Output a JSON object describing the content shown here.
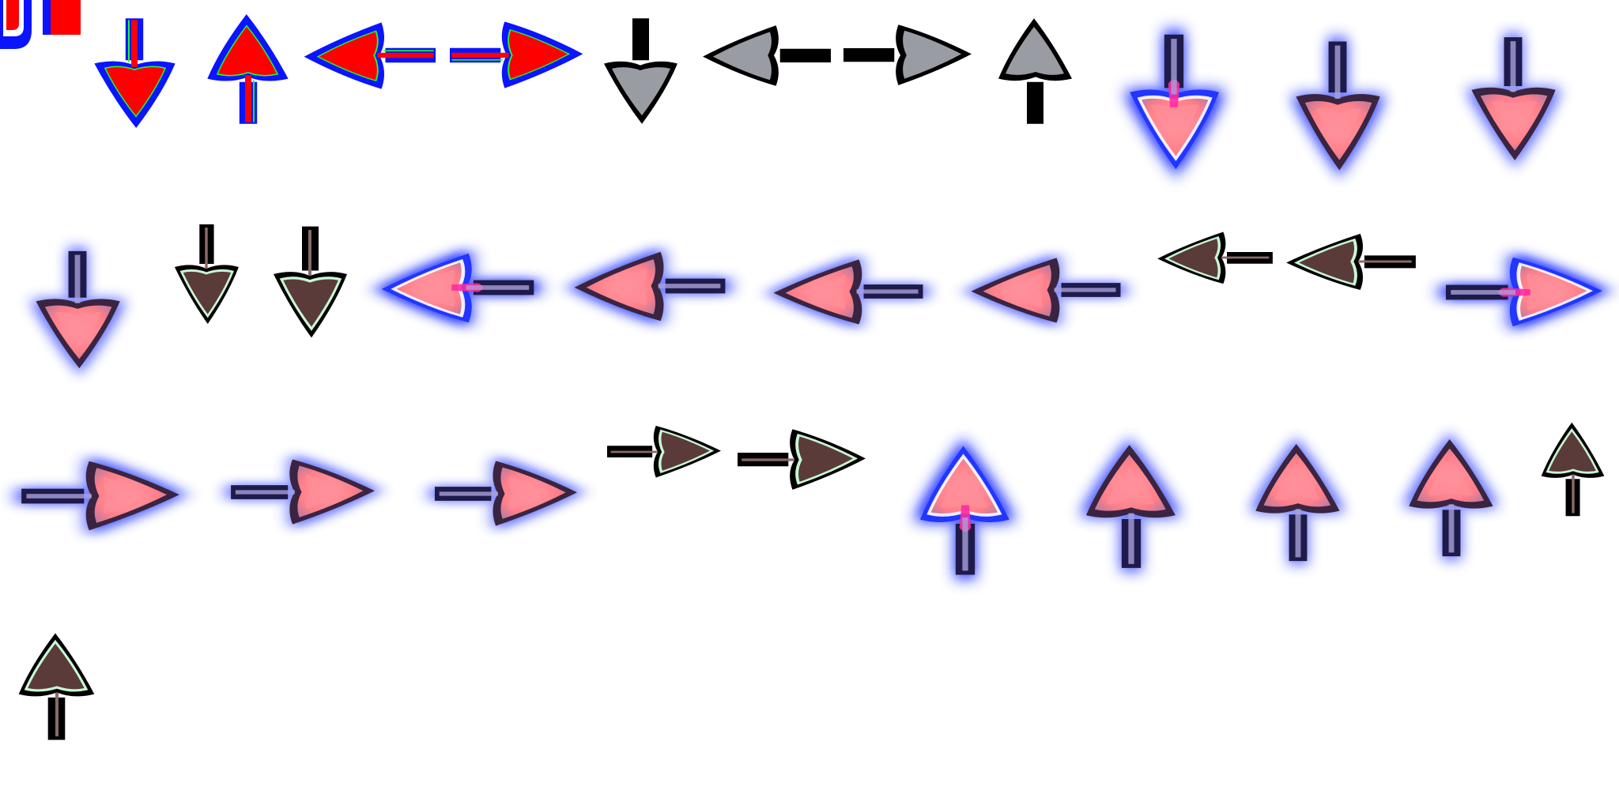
{
  "sheet": {
    "background": "#ffffff",
    "colors": {
      "color_red": "#ff0000",
      "color_blue": "#0a14ff",
      "color_green": "#17ff2a",
      "gray_fill": "#9a9ca4",
      "brown_fill": "#5a3b39",
      "pink_fill": "#ff7f8a",
      "outline": "#000000",
      "mint_edge": "#c9f6d4",
      "glow_blue": "#2236ff",
      "glow_magenta": "#ff2aa0",
      "shaft_navy": "#1e1b4a"
    },
    "sprite_rows": [
      {
        "row": 1,
        "sprites": [
          {
            "direction": "down",
            "style": "color-mask",
            "icon": "arrow-down-icon"
          },
          {
            "direction": "up",
            "style": "color-mask",
            "icon": "arrow-up-icon"
          },
          {
            "direction": "left",
            "style": "color-mask",
            "icon": "arrow-left-icon"
          },
          {
            "direction": "right",
            "style": "color-mask",
            "icon": "arrow-right-icon"
          },
          {
            "direction": "down",
            "style": "gray-inactive",
            "icon": "arrow-down-icon"
          },
          {
            "direction": "left",
            "style": "gray-inactive",
            "icon": "arrow-left-icon"
          },
          {
            "direction": "right",
            "style": "gray-inactive",
            "icon": "arrow-right-icon"
          },
          {
            "direction": "up",
            "style": "gray-inactive",
            "icon": "arrow-up-icon"
          },
          {
            "direction": "down",
            "style": "glow-press-strong",
            "icon": "arrow-down-icon"
          },
          {
            "direction": "down",
            "style": "glow-press",
            "icon": "arrow-down-icon"
          },
          {
            "direction": "down",
            "style": "glow-press-soft",
            "icon": "arrow-down-icon"
          }
        ]
      },
      {
        "row": 2,
        "sprites": [
          {
            "direction": "down",
            "style": "glow-press-soft",
            "icon": "arrow-down-icon"
          },
          {
            "direction": "down",
            "style": "brown-note",
            "icon": "arrow-down-icon"
          },
          {
            "direction": "down",
            "style": "brown-note",
            "icon": "arrow-down-icon"
          },
          {
            "direction": "left",
            "style": "glow-press-strong",
            "icon": "arrow-left-icon"
          },
          {
            "direction": "left",
            "style": "glow-press",
            "icon": "arrow-left-icon"
          },
          {
            "direction": "left",
            "style": "glow-press-soft",
            "icon": "arrow-left-icon"
          },
          {
            "direction": "left",
            "style": "glow-press-soft",
            "icon": "arrow-left-icon"
          },
          {
            "direction": "left",
            "style": "brown-note",
            "icon": "arrow-left-icon"
          },
          {
            "direction": "left",
            "style": "brown-note",
            "icon": "arrow-left-icon"
          },
          {
            "direction": "right",
            "style": "glow-press-strong",
            "icon": "arrow-right-icon"
          }
        ]
      },
      {
        "row": 3,
        "sprites": [
          {
            "direction": "right",
            "style": "glow-press",
            "icon": "arrow-right-icon"
          },
          {
            "direction": "right",
            "style": "glow-press-soft",
            "icon": "arrow-right-icon"
          },
          {
            "direction": "right",
            "style": "glow-press-soft",
            "icon": "arrow-right-icon"
          },
          {
            "direction": "right",
            "style": "brown-note",
            "icon": "arrow-right-icon"
          },
          {
            "direction": "right",
            "style": "brown-note",
            "icon": "arrow-right-icon"
          },
          {
            "direction": "up",
            "style": "glow-press-strong",
            "icon": "arrow-up-icon"
          },
          {
            "direction": "up",
            "style": "glow-press",
            "icon": "arrow-up-icon"
          },
          {
            "direction": "up",
            "style": "glow-press-soft",
            "icon": "arrow-up-icon"
          },
          {
            "direction": "up",
            "style": "glow-press-soft",
            "icon": "arrow-up-icon"
          },
          {
            "direction": "up",
            "style": "brown-note",
            "icon": "arrow-up-icon"
          }
        ]
      },
      {
        "row": 4,
        "sprites": [
          {
            "direction": "up",
            "style": "brown-note",
            "icon": "arrow-up-icon"
          }
        ]
      }
    ]
  }
}
